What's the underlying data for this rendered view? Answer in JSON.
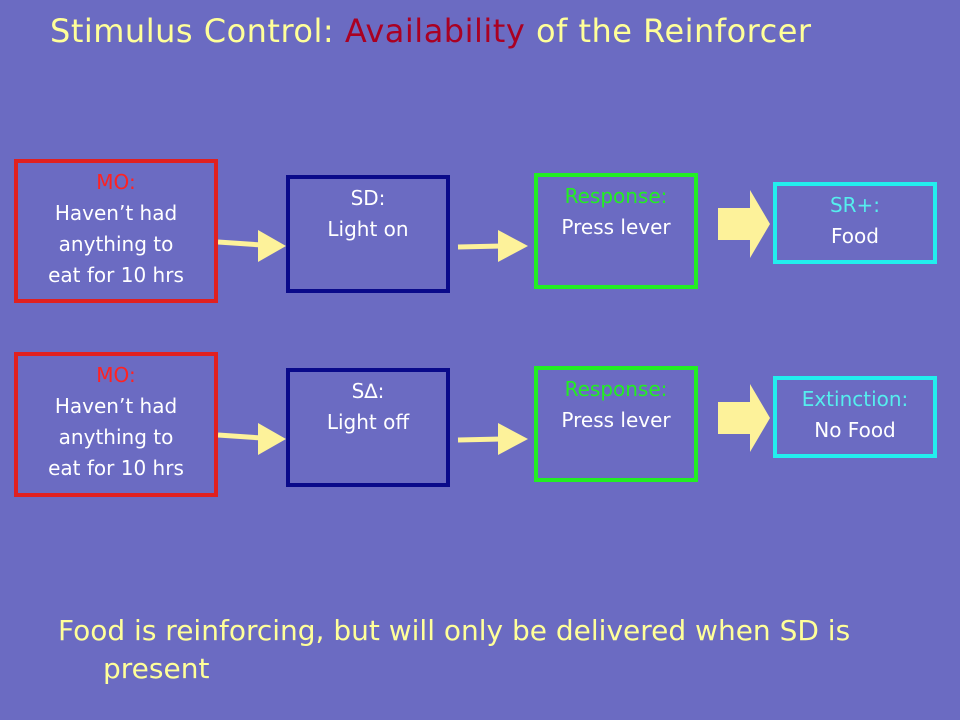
{
  "title": {
    "prefix": "Stimulus Control:",
    "accent": "Availability",
    "suffix": "of the Reinforcer"
  },
  "rows": [
    {
      "mo": {
        "head": "MO:",
        "lines": [
          "Haven’t had",
          "anything to",
          "eat for 10 hrs"
        ]
      },
      "stimulus": {
        "head": "SD:",
        "line": "Light on"
      },
      "response": {
        "head": "Response:",
        "line": "Press lever"
      },
      "outcome": {
        "head": "SR+:",
        "line": "Food"
      }
    },
    {
      "mo": {
        "head": "MO:",
        "lines": [
          "Haven’t had",
          "anything to",
          "eat for 10 hrs"
        ]
      },
      "stimulus": {
        "head": "S∆:",
        "line": "Light off"
      },
      "response": {
        "head": "Response:",
        "line": "Press lever"
      },
      "outcome": {
        "head": "Extinction:",
        "line": "No Food"
      }
    }
  ],
  "footer": {
    "line1": "Food is reinforcing, but will only be delivered when SD is",
    "line2": "present"
  },
  "colors": {
    "background": "#6b6bc2",
    "title": "#ffff99",
    "accent": "#aa0022",
    "mo_border": "#e02020",
    "sd_border": "#0a0a8a",
    "response_border": "#22ee22",
    "outcome_border": "#22eeee",
    "arrow": "#fdf29a"
  }
}
